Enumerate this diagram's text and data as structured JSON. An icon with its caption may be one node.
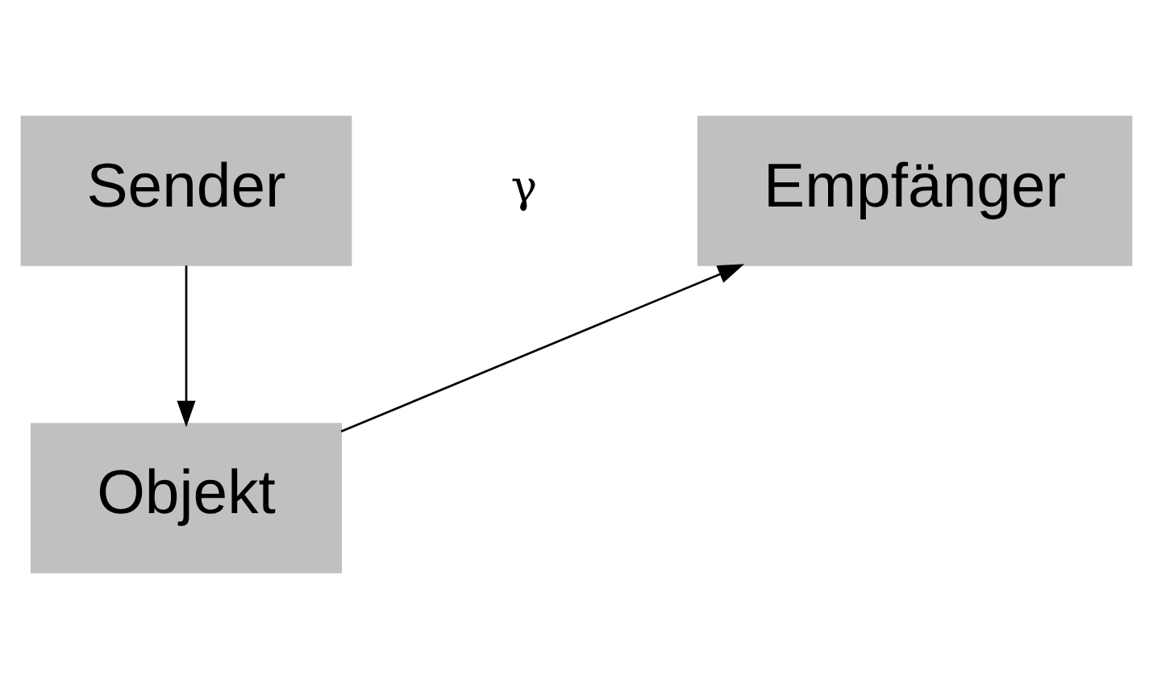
{
  "diagram": {
    "nodes": [
      {
        "text": [
          "Sender"
        ]
      },
      {
        "text": [
          "Empfänger"
        ]
      },
      {
        "text": [
          "Objekt"
        ]
      }
    ],
    "edges": [
      {
        "from": 0,
        "to": 2,
        "arrow": "to"
      },
      {
        "from": 2,
        "to": 1,
        "arrow": "to"
      }
    ],
    "labels": [
      "γ"
    ]
  }
}
